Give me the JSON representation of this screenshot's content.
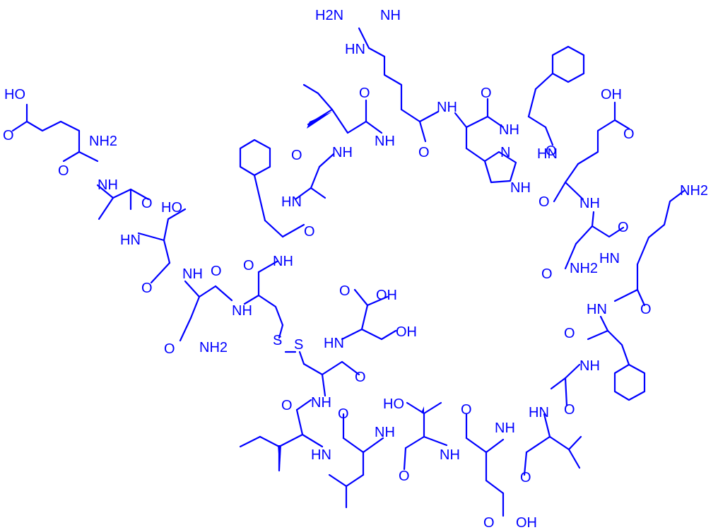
{
  "colors": {
    "structure": "#0000ff",
    "background": "#ffffff"
  },
  "labels": {
    "guanidine_h2n": "H2N",
    "guanidine_nh": "NH",
    "guanidine_hn": "HN",
    "glu1_oh": "HO",
    "glu1_o": "O",
    "glu1_nh2": "NH2",
    "ala2_nh": "NH",
    "ala2_o": "O",
    "ser3_hn": "HN",
    "ser3_ho": "HO",
    "ser3_o": "O",
    "asn4_nh": "NH",
    "asn4_o": "O",
    "asn4_side_o": "O",
    "asn4_nh2": "NH2",
    "cys5_nh": "NH",
    "cys5_o": "O",
    "phe6_nh": "NH",
    "phe6_o": "O",
    "ala7_hn": "HN",
    "ala7_o": "O",
    "ile8_nh": "NH",
    "ile8_o": "O",
    "arg9_nh": "NH",
    "arg9_o": "O",
    "his10_nh": "NH",
    "his10_o": "O",
    "his10_n": "N",
    "his10_nh_ring": "NH",
    "phe11_nh": "NH",
    "phe11_o": "O",
    "glu12_oh": "OH",
    "glu12_o": "O",
    "glu12_hn": "HN",
    "glu12_bo": "O",
    "asn13_nh": "NH",
    "asn13_o": "O",
    "asn13_side_o": "O",
    "asn13_nh2": "NH2",
    "lys14_nh2": "NH2",
    "lys14_hn": "HN",
    "lys14_o": "O",
    "phe15_hn": "HN",
    "phe15_o": "O",
    "ala16_nh": "NH",
    "ala16_o": "O",
    "val17_hn": "HN",
    "val17_o": "O",
    "glu18_nh": "NH",
    "glu18_o": "O",
    "glu18_oh": "OH",
    "thr19_ho": "HO",
    "thr19_nh": "NH",
    "thr19_o": "O",
    "leu20_nh": "NH",
    "leu20_o": "O",
    "ile21_hn": "HN",
    "ile21_o": "O",
    "cys22_nh": "NH",
    "cys22_o": "O",
    "ser23_hn": "HN",
    "ser23_oh": "OH",
    "ser23_o": "O",
    "ser23_cooh": "OH",
    "disulfide_s1": "S",
    "disulfide_s2": "S"
  }
}
